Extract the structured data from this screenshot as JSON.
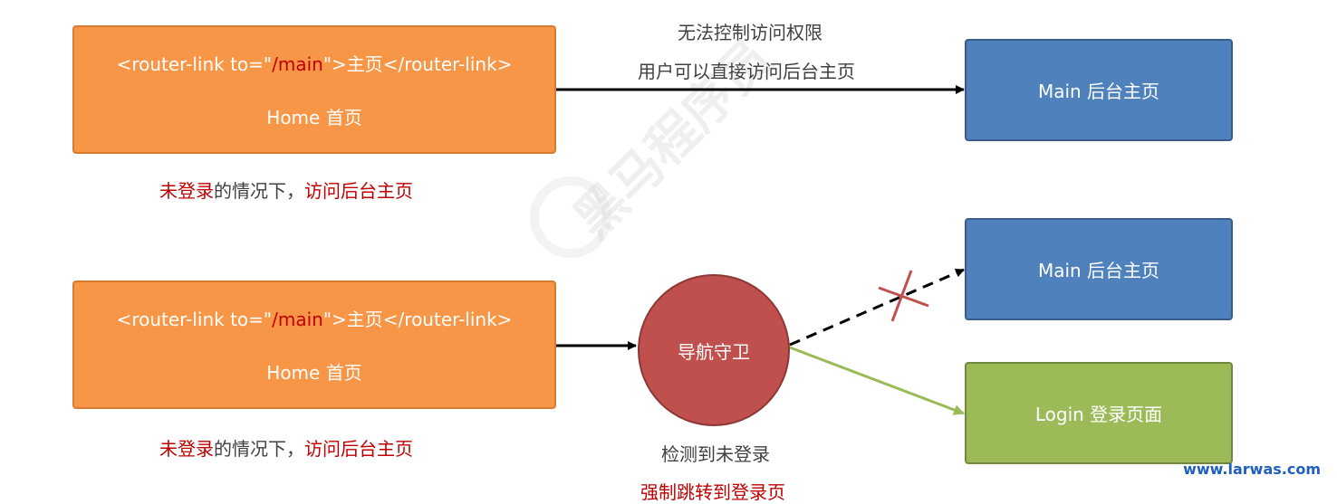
{
  "top": {
    "home_box": {
      "link_prefix": "<router-link to=\"",
      "link_path": "/main",
      "link_suffix": "\">主页</router-link>",
      "caption": "Home 首页"
    },
    "arrow_note_1": "无法控制访问权限",
    "arrow_note_2": "用户可以直接访问后台主页",
    "main_box": "Main 后台主页",
    "condition": {
      "part1": "未登录",
      "part2": "的情况下，",
      "part3": "访问后台主页"
    }
  },
  "bottom": {
    "home_box": {
      "link_prefix": "<router-link to=\"",
      "link_path": "/main",
      "link_suffix": "\">主页</router-link>",
      "caption": "Home 首页"
    },
    "guard": "导航守卫",
    "main_box": "Main 后台主页",
    "login_box": "Login 登录页面",
    "condition": {
      "part1": "未登录",
      "part2": "的情况下，",
      "part3": "访问后台主页"
    },
    "detect_note": "检测到未登录",
    "redirect_note": "强制跳转到登录页"
  },
  "watermark": "黑马程序员",
  "site": "www.larwas.com",
  "colors": {
    "orange": "#f79646",
    "blue": "#4f81bd",
    "green": "#9bbb59",
    "guard": "#c0504d",
    "accent_red": "#c00000"
  }
}
